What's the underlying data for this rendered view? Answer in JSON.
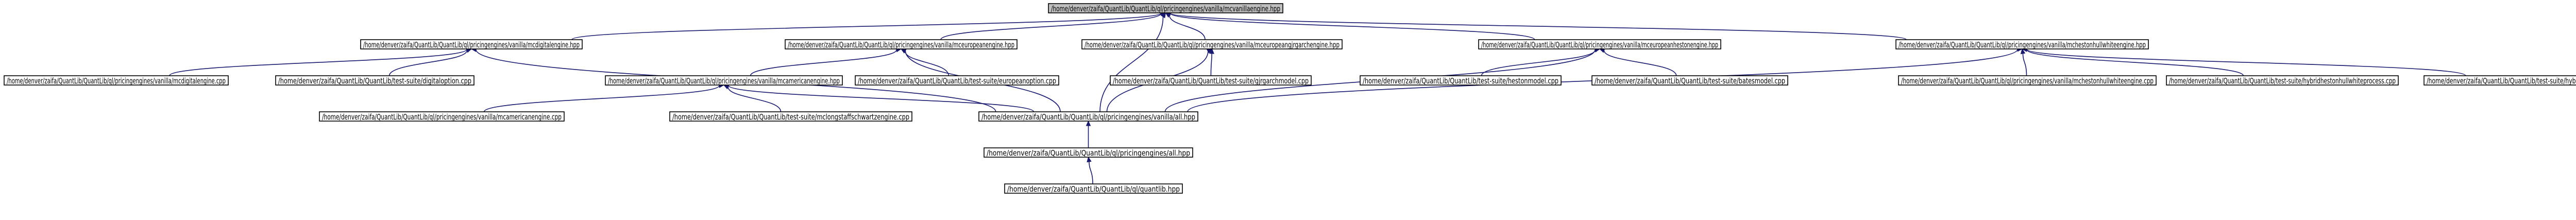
{
  "nodes": [
    {
      "id": "root",
      "label": "/home/denver/zaifa/QuantLib/QuantLib/ql/pricingengines/vanilla/mcvanillaengine.hpp",
      "root": true
    },
    {
      "id": "mcdigital_hpp",
      "label": "/home/denver/zaifa/QuantLib/QuantLib/ql/pricingengines/vanilla/mcdigitalengine.hpp"
    },
    {
      "id": "mceuropean_hpp",
      "label": "/home/denver/zaifa/QuantLib/QuantLib/ql/pricingengines/vanilla/mceuropeanengine.hpp"
    },
    {
      "id": "mceuropeangj_hpp",
      "label": "/home/denver/zaifa/QuantLib/QuantLib/ql/pricingengines/vanilla/mceuropeangjrgarchengine.hpp"
    },
    {
      "id": "mceuropeanheston_hpp",
      "label": "/home/denver/zaifa/QuantLib/QuantLib/ql/pricingengines/vanilla/mceuropeanhestonengine.hpp"
    },
    {
      "id": "mchestonhw_hpp",
      "label": "/home/denver/zaifa/QuantLib/QuantLib/ql/pricingengines/vanilla/mchestonhullwhiteengine.hpp"
    },
    {
      "id": "mcdigital_cpp",
      "label": "/home/denver/zaifa/QuantLib/QuantLib/ql/pricingengines/vanilla/mcdigitalengine.cpp"
    },
    {
      "id": "digitaloption_cpp",
      "label": "/home/denver/zaifa/QuantLib/QuantLib/test-suite/digitaloption.cpp"
    },
    {
      "id": "mcamerican_hpp",
      "label": "/home/denver/zaifa/QuantLib/QuantLib/ql/pricingengines/vanilla/mcamericanengine.hpp"
    },
    {
      "id": "europeanoption_cpp",
      "label": "/home/denver/zaifa/QuantLib/QuantLib/test-suite/europeanoption.cpp"
    },
    {
      "id": "gjrgarchmodel_cpp",
      "label": "/home/denver/zaifa/QuantLib/QuantLib/test-suite/gjrgarchmodel.cpp"
    },
    {
      "id": "hestonmodel_cpp",
      "label": "/home/denver/zaifa/QuantLib/QuantLib/test-suite/hestonmodel.cpp"
    },
    {
      "id": "batesmodel_cpp",
      "label": "/home/denver/zaifa/QuantLib/QuantLib/test-suite/batesmodel.cpp"
    },
    {
      "id": "mchestonhw_cpp",
      "label": "/home/denver/zaifa/QuantLib/QuantLib/ql/pricingengines/vanilla/mchestonhullwhiteengine.cpp"
    },
    {
      "id": "hybridheston_cpp",
      "label": "/home/denver/zaifa/QuantLib/QuantLib/test-suite/hybridhestonhullwhiteprocess.cpp"
    },
    {
      "id": "mcamerican_cpp",
      "label": "/home/denver/zaifa/QuantLib/QuantLib/ql/pricingengines/vanilla/mcamericanengine.cpp"
    },
    {
      "id": "longstaff_cpp",
      "label": "/home/denver/zaifa/QuantLib/QuantLib/test-suite/mclongstaffschwartzengine.cpp"
    },
    {
      "id": "vanilla_all_hpp",
      "label": "/home/denver/zaifa/QuantLib/QuantLib/ql/pricingengines/vanilla/all.hpp"
    },
    {
      "id": "hybridheston2_cpp",
      "label": "/home/denver/zaifa/QuantLib/QuantLib/test-suite/hybridhestonhullwhiteprocess.cpp"
    },
    {
      "id": "pricing_all_hpp",
      "label": "/home/denver/zaifa/QuantLib/QuantLib/ql/pricingengines/all.hpp"
    },
    {
      "id": "quantlib_hpp",
      "label": "/home/denver/zaifa/QuantLib/QuantLib/ql/quantlib.hpp"
    }
  ],
  "edges": [
    [
      "root",
      "mcdigital_hpp"
    ],
    [
      "root",
      "mceuropean_hpp"
    ],
    [
      "root",
      "mceuropeangj_hpp"
    ],
    [
      "root",
      "mceuropeanheston_hpp"
    ],
    [
      "root",
      "mchestonhw_hpp"
    ],
    [
      "root",
      "vanilla_all_hpp"
    ],
    [
      "mcdigital_hpp",
      "mcdigital_cpp"
    ],
    [
      "mcdigital_hpp",
      "digitaloption_cpp"
    ],
    [
      "mcdigital_hpp",
      "vanilla_all_hpp"
    ],
    [
      "mceuropean_hpp",
      "mcamerican_hpp"
    ],
    [
      "mceuropean_hpp",
      "europeanoption_cpp"
    ],
    [
      "mceuropean_hpp",
      "vanilla_all_hpp"
    ],
    [
      "mceuropeangj_hpp",
      "gjrgarchmodel_cpp"
    ],
    [
      "mceuropeangj_hpp",
      "vanilla_all_hpp"
    ],
    [
      "mceuropeanheston_hpp",
      "hestonmodel_cpp"
    ],
    [
      "mceuropeanheston_hpp",
      "batesmodel_cpp"
    ],
    [
      "mceuropeanheston_hpp",
      "vanilla_all_hpp"
    ],
    [
      "mchestonhw_hpp",
      "mchestonhw_cpp"
    ],
    [
      "mchestonhw_hpp",
      "hybridheston_cpp"
    ],
    [
      "mchestonhw_hpp",
      "hybridheston2_cpp"
    ],
    [
      "mchestonhw_hpp",
      "vanilla_all_hpp"
    ],
    [
      "mcamerican_hpp",
      "mcamerican_cpp"
    ],
    [
      "mcamerican_hpp",
      "longstaff_cpp"
    ],
    [
      "mcamerican_hpp",
      "vanilla_all_hpp"
    ],
    [
      "vanilla_all_hpp",
      "pricing_all_hpp"
    ],
    [
      "pricing_all_hpp",
      "quantlib_hpp"
    ]
  ]
}
